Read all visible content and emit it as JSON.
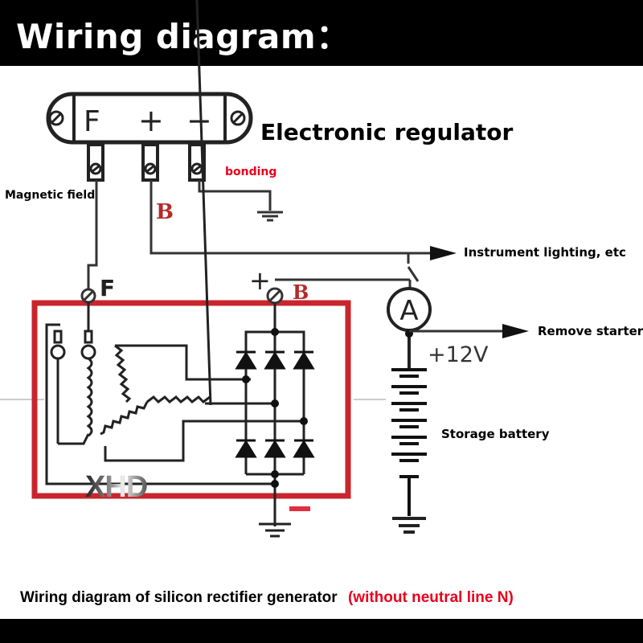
{
  "header": {
    "title": "Wiring diagram："
  },
  "regulator": {
    "title": "Electronic regulator",
    "terminals": [
      "F",
      "+",
      "−"
    ],
    "ground_label": "bonding"
  },
  "labels": {
    "magnetic_field": "Magnetic field",
    "b_wire": "B",
    "instrument_lighting": "Instrument lighting, etc",
    "remove_starter": "Remove starter",
    "voltage": "+12V",
    "storage_battery": "Storage battery",
    "ammeter": "A",
    "gen_f_terminal": "F",
    "gen_plus_terminal": "+",
    "gen_b_terminal": "B"
  },
  "watermark": "XHD",
  "caption": {
    "main": "Wiring diagram of silicon rectifier generator",
    "note": "(without neutral line N)"
  },
  "colors": {
    "generator_frame": "#c8262c",
    "accent_red": "#e8001c",
    "b_label": "#b52a2a"
  }
}
